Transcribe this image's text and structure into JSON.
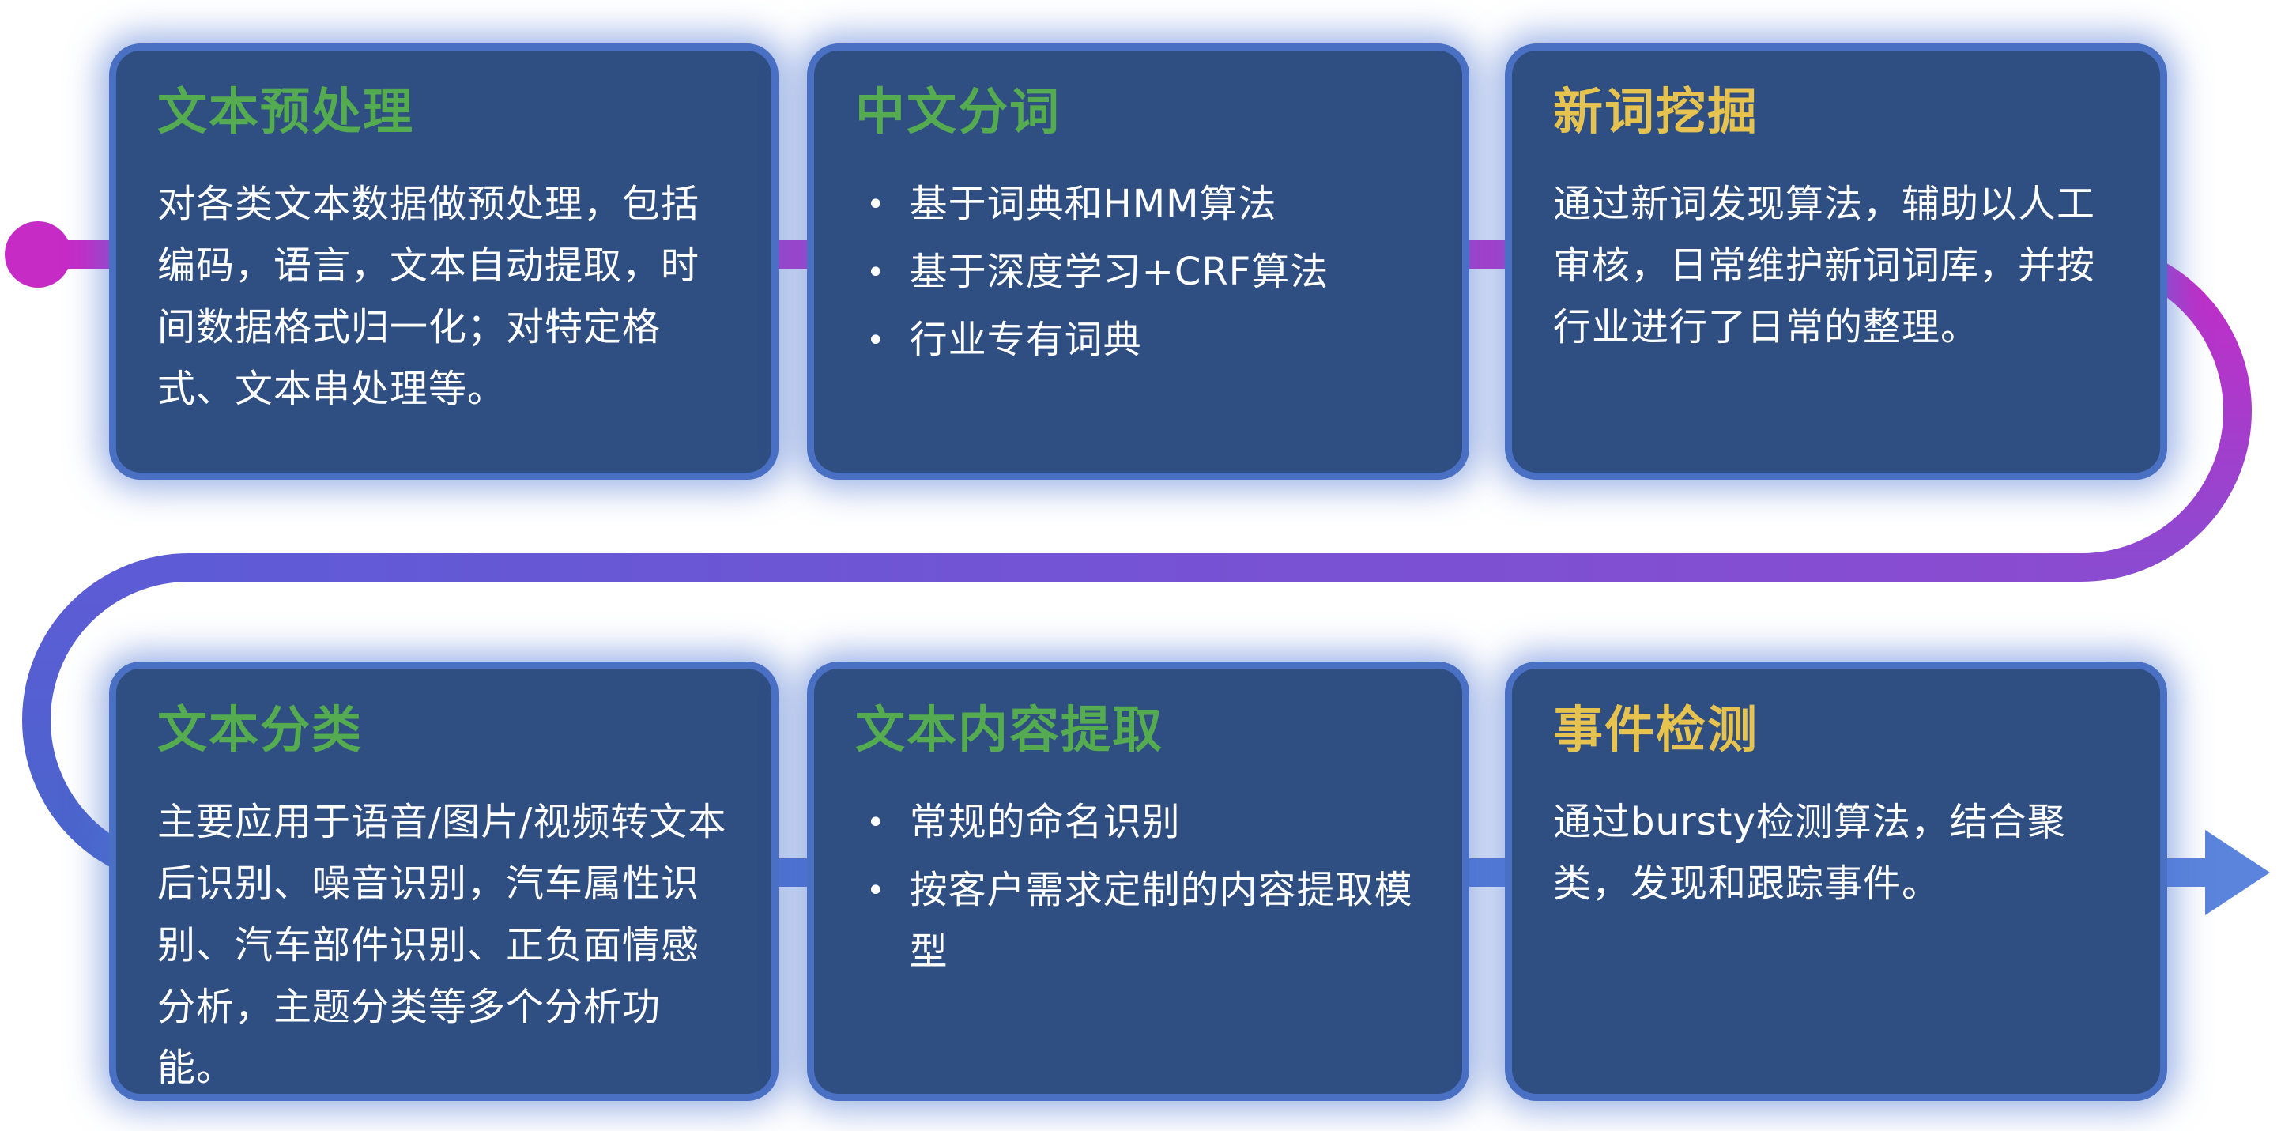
{
  "colors": {
    "page-bg": "#ffffff",
    "card-bg": "#2F4E82",
    "card-border": "#4A70C4",
    "title-green": "#55AB4F",
    "title-yellow": "#E6C24E",
    "body-text": "#FFFFFF",
    "flow-magenta": "#C62BC6",
    "flow-purple": "#8B4BD1",
    "flow-indigo": "#5E5BD6",
    "flow-blue": "#4866CB",
    "flow-arrow": "#5B85DC"
  },
  "bullet_char": "•",
  "cards": [
    {
      "id": "text-preprocessing",
      "title": "文本预处理",
      "title_color": "green",
      "body": "对各类文本数据做预处理，包括编码，语言，文本自动提取，时间数据格式归一化；对特定格式、文本串处理等。"
    },
    {
      "id": "word-segmentation",
      "title": "中文分词",
      "title_color": "green",
      "bullets": [
        "基于词典和HMM算法",
        "基于深度学习+CRF算法",
        "行业专有词典"
      ]
    },
    {
      "id": "new-word-mining",
      "title": "新词挖掘",
      "title_color": "yellow",
      "body": "通过新词发现算法，辅助以人工审核，日常维护新词词库，并按行业进行了日常的整理。"
    },
    {
      "id": "text-classification",
      "title": "文本分类",
      "title_color": "green",
      "body": "主要应用于语音/图片/视频转文本后识别、噪音识别，汽车属性识别、汽车部件识别、正负面情感分析，主题分类等多个分析功能。"
    },
    {
      "id": "content-extraction",
      "title": "文本内容提取",
      "title_color": "green",
      "bullets": [
        "常规的命名识别",
        "按客户需求定制的内容提取模型"
      ]
    },
    {
      "id": "event-detection",
      "title": "事件检测",
      "title_color": "yellow",
      "body": "通过bursty检测算法，结合聚类，发现和跟踪事件。"
    }
  ]
}
